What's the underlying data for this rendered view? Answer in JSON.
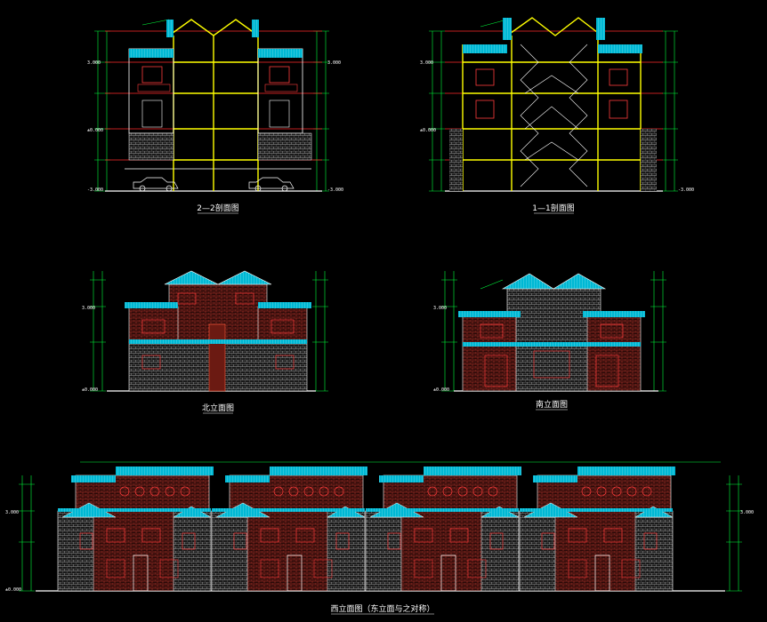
{
  "drawing": {
    "background": "#000000",
    "colors": {
      "outline": "#ffffff",
      "floor": "#ff2a2a",
      "section": "#ffff00",
      "roof": "#00e5ff",
      "dimension": "#00ff3c",
      "brick": "#b5322a",
      "stone": "#9a9a9a",
      "window": "#ff3b3b"
    }
  },
  "sheets": [
    {
      "id": "section-2-2",
      "caption": "2—2剖面图"
    },
    {
      "id": "section-1-1",
      "caption": "1—1剖面图"
    },
    {
      "id": "north-elevation",
      "caption": "北立面图"
    },
    {
      "id": "south-elevation",
      "caption": "南立面图"
    },
    {
      "id": "west-elevation",
      "caption": "西立面图（东立面与之对称）"
    }
  ]
}
